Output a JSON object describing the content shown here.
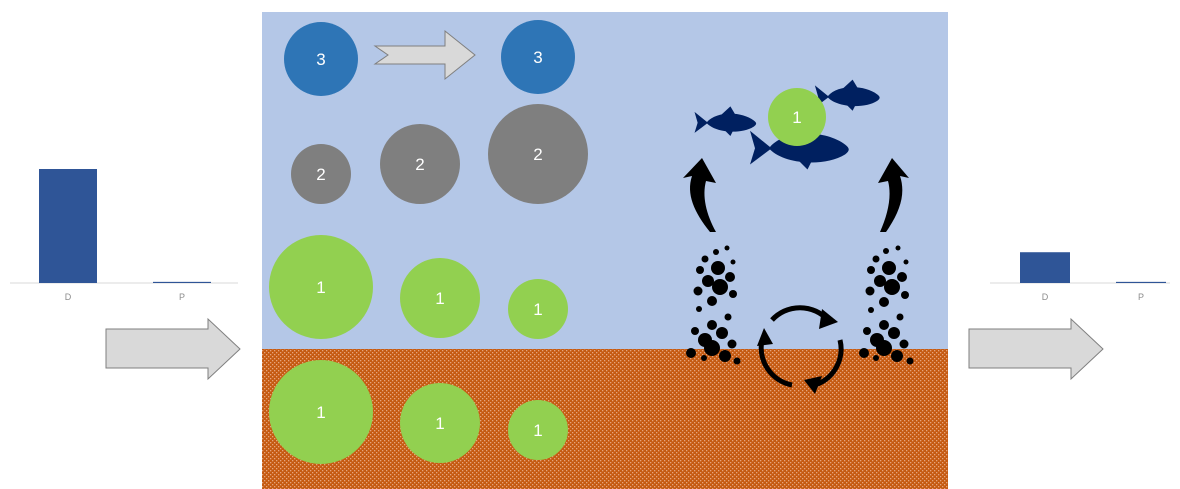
{
  "circle_labels": {
    "c3_left": "3",
    "c3_right": "3",
    "c2_small": "2",
    "c2_mid": "2",
    "c2_big": "2",
    "c1_water_big": "1",
    "c1_water_mid": "1",
    "c1_water_small": "1",
    "c1_sed_big": "1",
    "c1_sed_mid": "1",
    "c1_sed_small": "1",
    "c1_fish": "1"
  },
  "colors": {
    "water": "#b4c7e7",
    "sediment": "#c55a11",
    "class3": "#2e75b6",
    "class2": "#7f7f7f",
    "class1": "#92d050",
    "fish": "#002060",
    "bar": "#2f5597",
    "arrow_fill": "#d9d9d9",
    "arrow_stroke": "#7f7f7f"
  },
  "chart_data": [
    {
      "type": "bar",
      "categories": [
        "D",
        "P"
      ],
      "values": [
        1.0,
        0.01
      ],
      "grid": false
    },
    {
      "type": "bar",
      "categories": [
        "D",
        "P"
      ],
      "values": [
        0.27,
        0.01
      ],
      "grid": false
    }
  ]
}
